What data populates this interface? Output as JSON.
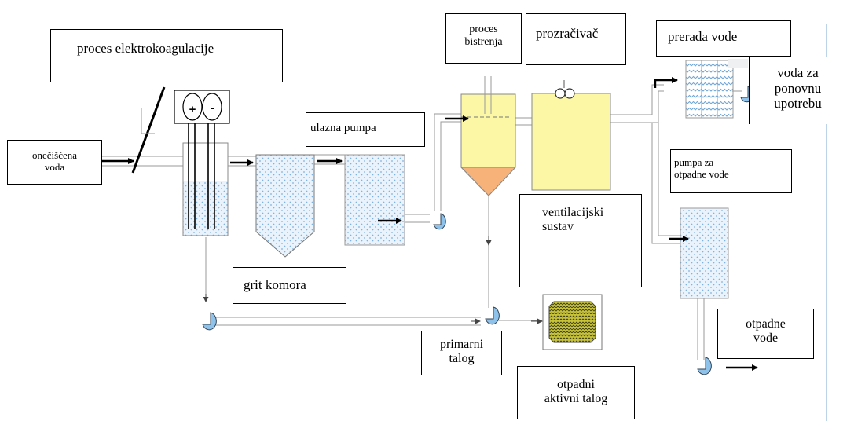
{
  "labels": {
    "electro_process": "proces elektrokoagulacije",
    "polluted_water_line1": "onečišćena",
    "polluted_water_line2": "voda",
    "inlet_pump": "ulazna pumpa",
    "grit_chamber": "grit komora",
    "clarification_line1": "proces",
    "clarification_line2": "bistrenja",
    "aerator": "prozračivač",
    "water_treatment": "prerada vode",
    "reuse_line1": "voda za",
    "reuse_line2": "ponovnu",
    "reuse_line3": "upotrebu",
    "waste_pump_line1": "pumpa za",
    "waste_pump_line2": "otpadne vode",
    "ventilation_line1": "ventilacijski",
    "ventilation_line2": "sustav",
    "primary_sludge_line1": "primarni",
    "primary_sludge_line2": "talog",
    "activated_sludge_line1": "otpadni",
    "activated_sludge_line2": "aktivni talog",
    "wastewater_line1": "otpadne",
    "wastewater_line2": "vode",
    "electrode_plus": "+",
    "electrode_minus": "-"
  },
  "colors": {
    "water_tint": "#eaf3fb",
    "water_dots": "#7fb2de",
    "clarifier_fill": "#fbf7a5",
    "cone_fill": "#f7b27a",
    "aerator_fill": "#fbf7a5",
    "pump_fill": "#8ec2ea",
    "sludge_fill": "#c6c23a",
    "pipe": "#9a9a9a"
  }
}
